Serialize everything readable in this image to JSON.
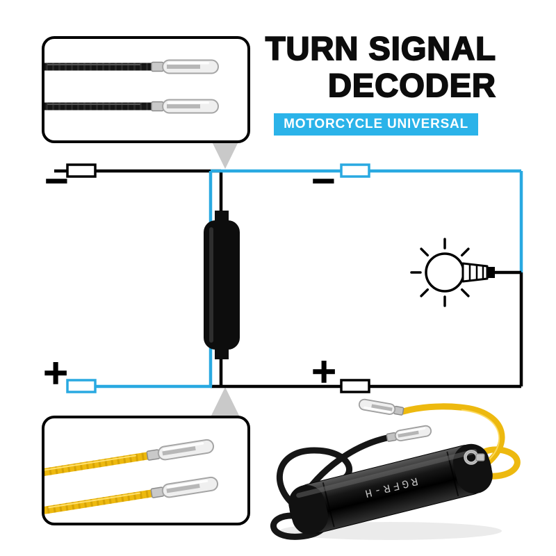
{
  "title": {
    "line1": "TURN SIGNAL",
    "line2": "DECODER"
  },
  "badge": {
    "label": "MOTORCYCLE UNIVERSAL",
    "bg": "#2bb3e9",
    "fg": "#ffffff"
  },
  "symbols": {
    "minus_top_left": "−",
    "minus_top_right": "−",
    "plus_bottom_left": "+",
    "plus_bottom_right": "+"
  },
  "product": {
    "label": "RGFR-H"
  },
  "colors": {
    "circuit_black": "#000000",
    "circuit_blue": "#29a9e1",
    "wire_yellow": "#edb90f",
    "pointer_gray": "#c9c9c9"
  }
}
